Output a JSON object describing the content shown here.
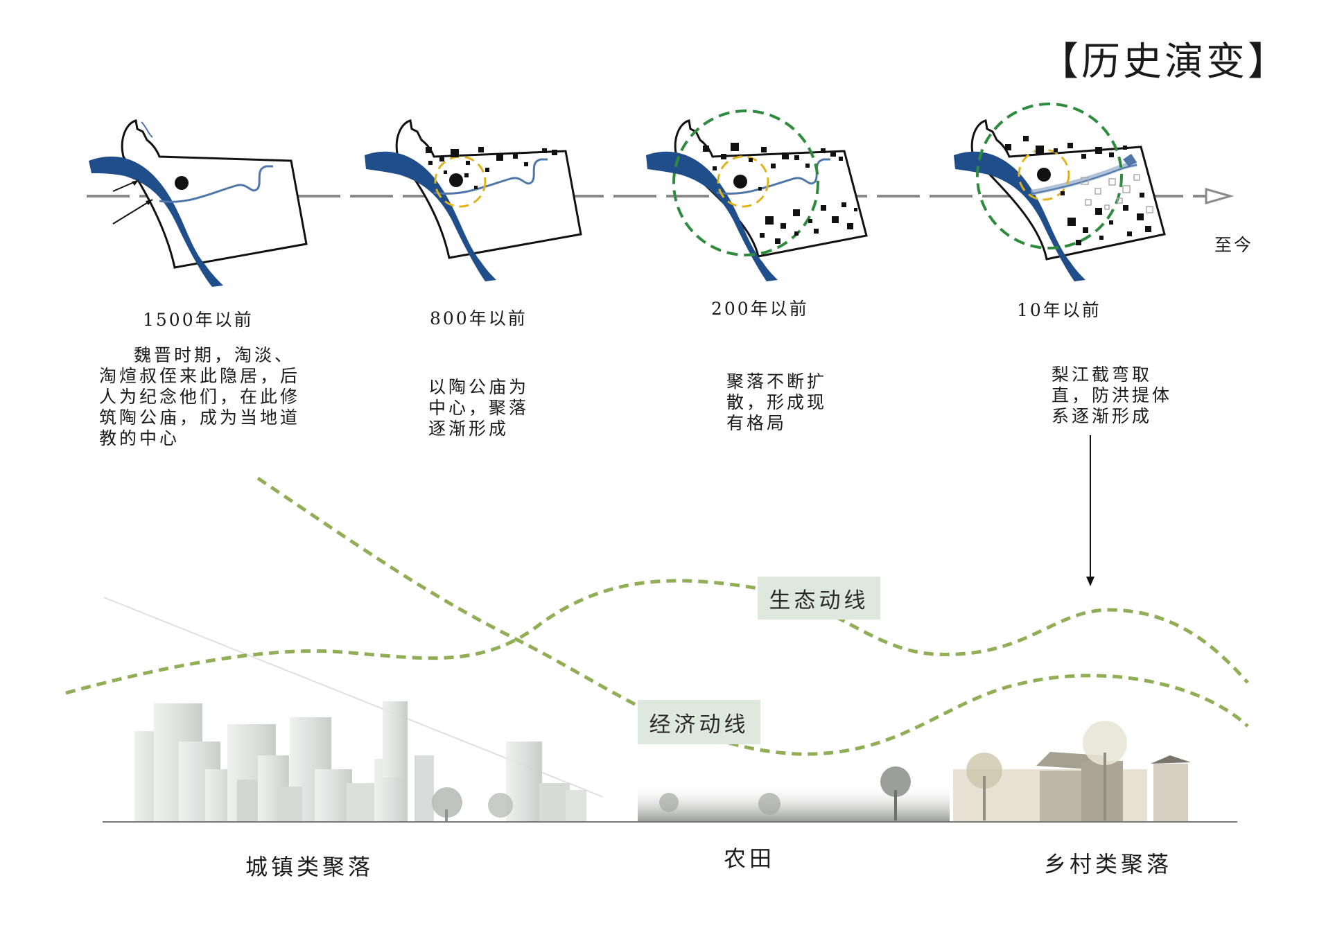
{
  "title": "【历史演变】",
  "now_label": "至今",
  "stages": [
    {
      "era": "1500年以前",
      "desc": "魏晋时期，淘淡、淘煊叔侄来此隐居，后人为纪念他们，在此修筑陶公庙，成为当地道教的中心"
    },
    {
      "era": "800年以前",
      "desc": "以陶公庙为中心，聚落逐渐形成"
    },
    {
      "era": "200年以前",
      "desc": "聚落不断扩散，形成现有格局"
    },
    {
      "era": "10年以前",
      "desc": "梨江截弯取直，防洪提体系逐渐形成"
    }
  ],
  "flows": {
    "ecology": "生态动线",
    "economy": "经济动线"
  },
  "zones": {
    "urban": "城镇类聚落",
    "farmland": "农田",
    "rural": "乡村类聚落"
  },
  "colors": {
    "river": "#1f4e8a",
    "green_dash": "#2e8b3d",
    "yellow_dash": "#e0b21a",
    "flow_line": "#8fae55",
    "label_bg": "#dfe8df"
  }
}
